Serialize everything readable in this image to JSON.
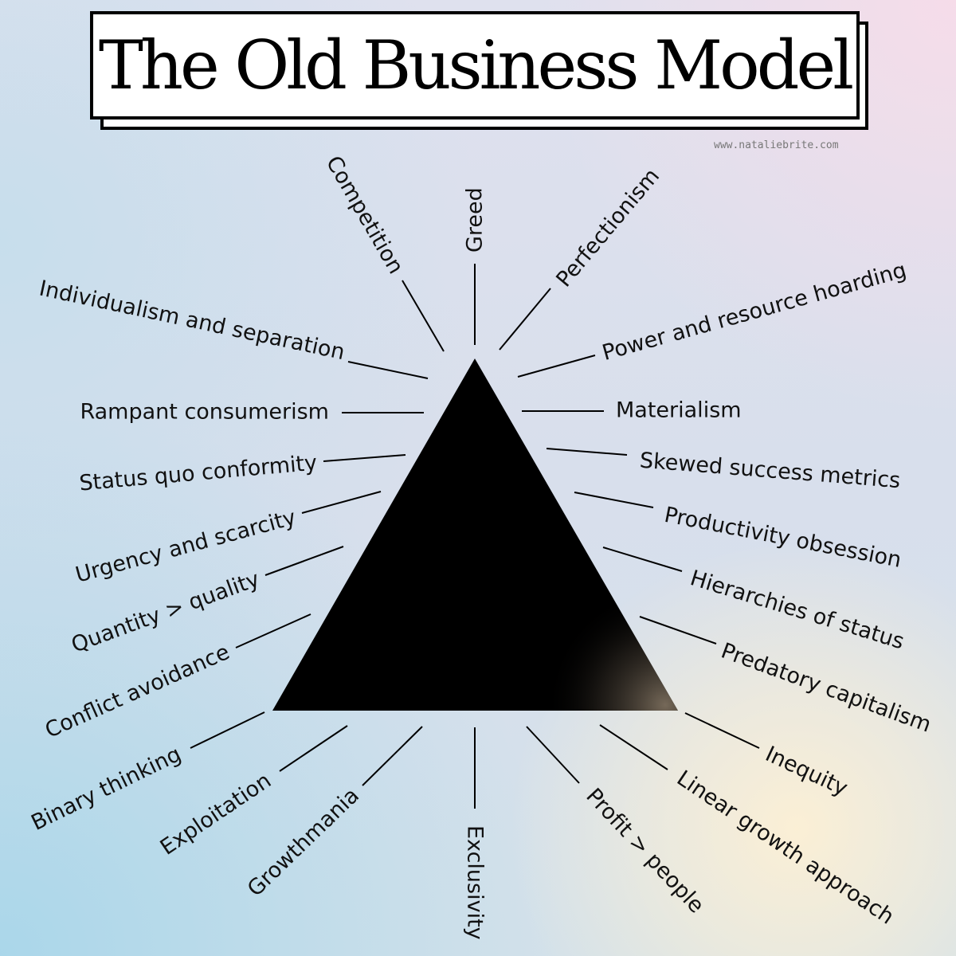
{
  "title": "The Old Business Model",
  "credit": "www.nataliebrite.com",
  "colors": {
    "triangle": "#000000",
    "triangle_glow": "#8a7b68",
    "ray_lines": "#000000",
    "label_text": "#111111",
    "background_blue": "#a8d6ea",
    "background_pink": "#f7dce9",
    "background_cream": "#fdf0d4"
  },
  "labels": {
    "competition": "Competition",
    "greed": "Greed",
    "perfectionism": "Perfectionism",
    "power_and_resource_hoarding": "Power and resource hoarding",
    "materialism": "Materialism",
    "skewed_success_metrics": "Skewed success metrics",
    "productivity_obsession": "Productivity obsession",
    "hierarchies_of_status": "Hierarchies of status",
    "predatory_capitalism": "Predatory capitalism",
    "inequity": "Inequity",
    "linear_growth_approach": "Linear growth approach",
    "profit_over_people": "Profit > people",
    "exclusivity": "Exclusivity",
    "growthmania": "Growthmania",
    "exploitation": "Exploitation",
    "binary_thinking": "Binary thinking",
    "conflict_avoidance": "Conflict avoidance",
    "quantity_over_quality": "Quantity > quality",
    "urgency_and_scarcity": "Urgency and scarcity",
    "status_quo_conformity": "Status quo conformity",
    "rampant_consumerism": "Rampant consumerism",
    "individualism_and_separation": "Individualism and separation"
  }
}
